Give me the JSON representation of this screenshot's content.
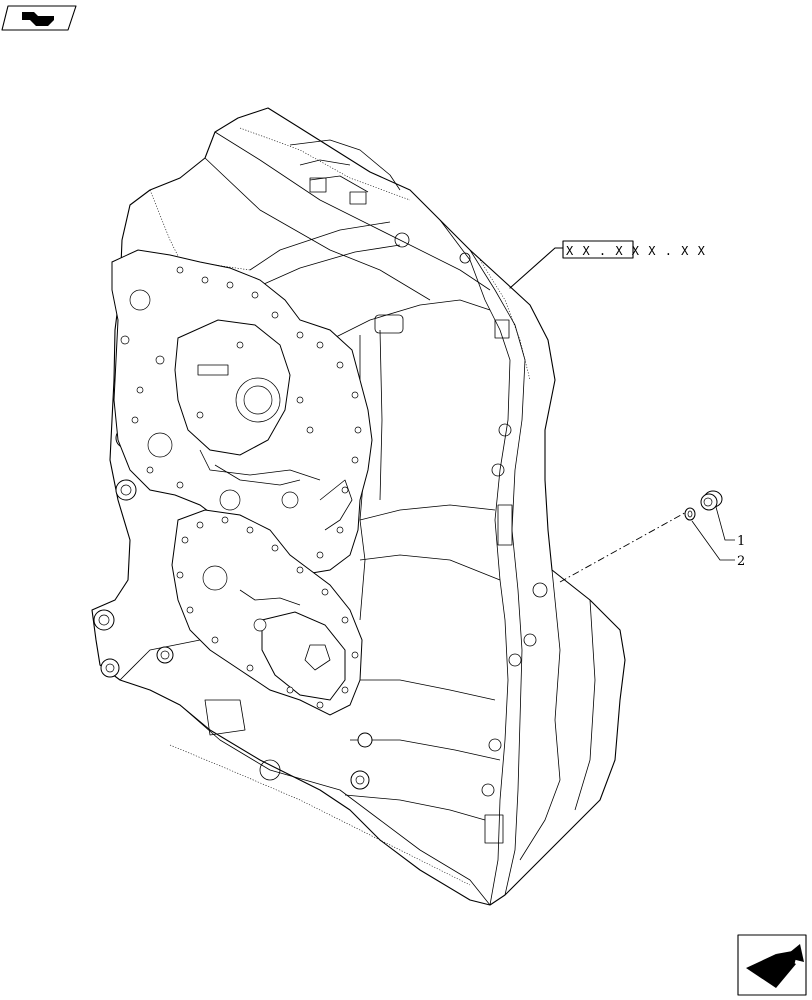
{
  "reference_label": "X X . X X X . X X",
  "callouts": [
    {
      "number": "1",
      "part": "plug"
    },
    {
      "number": "2",
      "part": "seal-ring"
    }
  ],
  "icons": {
    "top_left": "parts-catalog-icon",
    "bottom_right": "next-page-arrow-icon"
  },
  "colors": {
    "line": "#000000",
    "background": "#ffffff"
  }
}
